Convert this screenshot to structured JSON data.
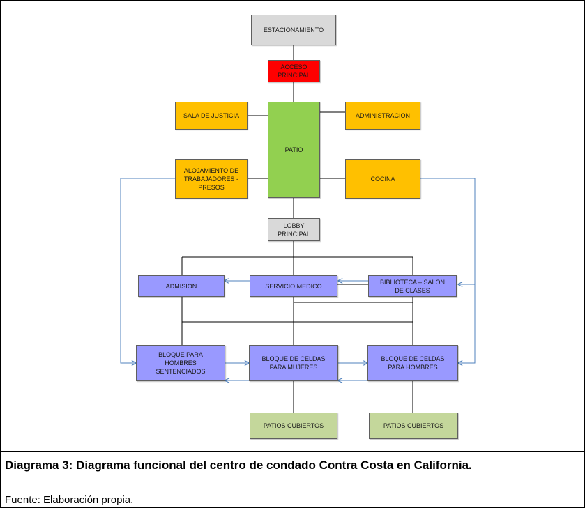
{
  "nodes": {
    "estacionamiento": "ESTACIONAMIENTO",
    "acceso_principal": "ACCESO\nPRINCIPAL",
    "sala_justicia": "SALA DE JUSTICIA",
    "administracion": "ADMINISTRACION",
    "patio": "PATIO",
    "alojamiento": "ALOJAMIENTO DE\nTRABAJADORES -\nPRESOS",
    "cocina": "COCINA",
    "lobby": "LOBBY\nPRINCIPAL",
    "admision": "ADMISION",
    "servicio_medico": "SERVICIO MEDICO",
    "biblioteca": "BIBLIOTECA – SALON\nDE CLASES",
    "bloque_sentenciados": "BLOQUE PARA\nHOMBRES\nSENTENCIADOS",
    "bloque_mujeres": "BLOQUE DE CELDAS\nPARA MUJERES",
    "bloque_hombres": "BLOQUE DE CELDAS\nPARA HOMBRES",
    "patios_cubiertos_1": "PATIOS CUBIERTOS",
    "patios_cubiertos_2": "PATIOS CUBIERTOS"
  },
  "caption": {
    "title": "Diagrama 3: Diagrama funcional del centro de condado Contra Costa en California.",
    "source": "Fuente: Elaboración propia."
  },
  "colors": {
    "gray": "#d9d9d9",
    "red": "#ff0000",
    "orange": "#ffc000",
    "green": "#92d050",
    "purple": "#9999ff",
    "light_green": "#c4d79b",
    "arrow_blue": "#4f81bd"
  }
}
